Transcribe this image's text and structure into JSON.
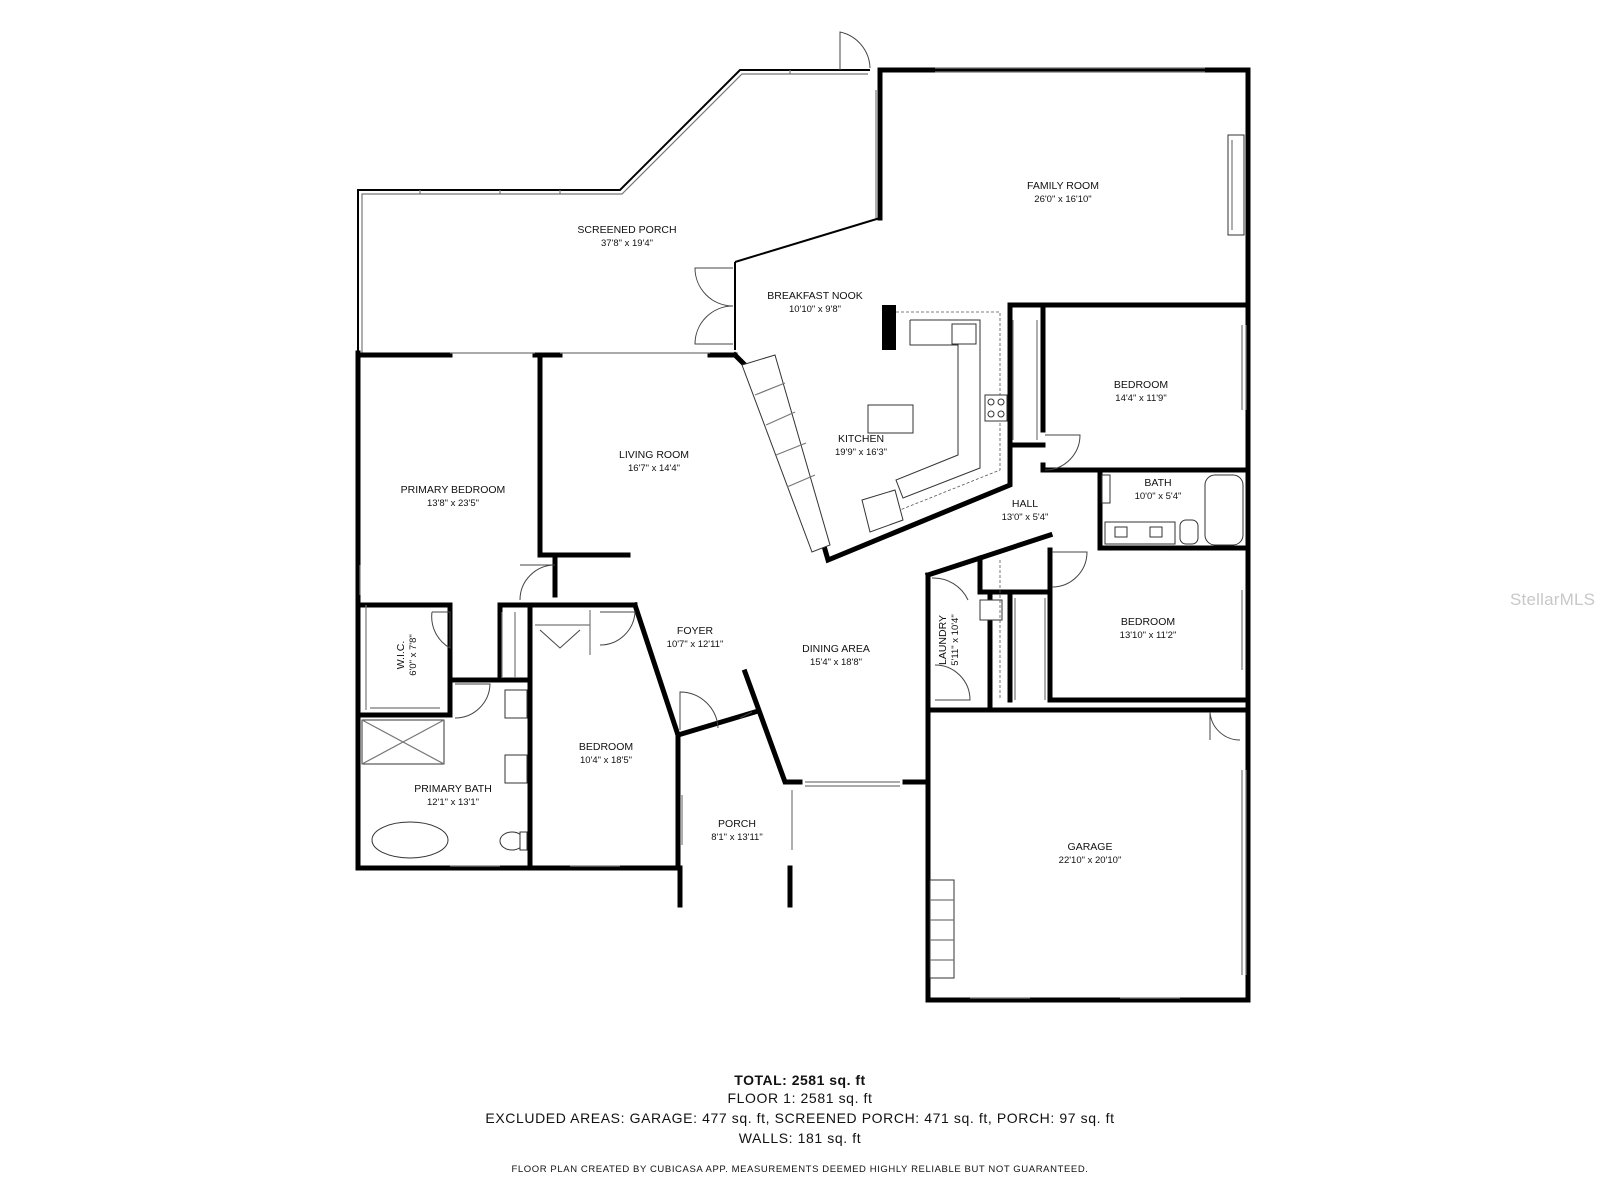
{
  "rooms": {
    "screened_porch": {
      "name": "SCREENED PORCH",
      "dim": "37'8\" x 19'4\""
    },
    "family_room": {
      "name": "FAMILY ROOM",
      "dim": "26'0\" x 16'10\""
    },
    "breakfast_nook": {
      "name": "BREAKFAST NOOK",
      "dim": "10'10\" x 9'8\""
    },
    "bedroom_ne": {
      "name": "BEDROOM",
      "dim": "14'4\" x 11'9\""
    },
    "living_room": {
      "name": "LIVING ROOM",
      "dim": "16'7\" x 14'4\""
    },
    "kitchen": {
      "name": "KITCHEN",
      "dim": "19'9\" x 16'3\""
    },
    "primary_bedroom": {
      "name": "PRIMARY BEDROOM",
      "dim": "13'8\" x 23'5\""
    },
    "bath": {
      "name": "BATH",
      "dim": "10'0\" x 5'4\""
    },
    "hall": {
      "name": "HALL",
      "dim": "13'0\" x 5'4\""
    },
    "wic": {
      "name": "W.I.C.",
      "dim": "6'0\" x 7'8\""
    },
    "foyer": {
      "name": "FOYER",
      "dim": "10'7\" x 12'11\""
    },
    "laundry": {
      "name": "LAUNDRY",
      "dim": "5'11\" x 10'4\""
    },
    "bedroom_e": {
      "name": "BEDROOM",
      "dim": "13'10\" x 11'2\""
    },
    "dining_area": {
      "name": "DINING AREA",
      "dim": "15'4\" x 18'8\""
    },
    "bedroom_s": {
      "name": "BEDROOM",
      "dim": "10'4\" x 18'5\""
    },
    "primary_bath": {
      "name": "PRIMARY BATH",
      "dim": "12'1\" x 13'1\""
    },
    "porch": {
      "name": "PORCH",
      "dim": "8'1\" x 13'11\""
    },
    "garage": {
      "name": "GARAGE",
      "dim": "22'10\" x 20'10\""
    }
  },
  "footer": {
    "total": "TOTAL: 2581 sq. ft",
    "floor": "FLOOR 1: 2581 sq. ft",
    "excluded": "EXCLUDED AREAS: GARAGE: 477 sq. ft, SCREENED PORCH: 471 sq. ft, PORCH: 97 sq. ft",
    "walls": "WALLS: 181 sq. ft",
    "credit": "FLOOR PLAN CREATED BY CUBICASA APP. MEASUREMENTS DEEMED HIGHLY RELIABLE BUT NOT GUARANTEED."
  },
  "watermark": "StellarMLS"
}
